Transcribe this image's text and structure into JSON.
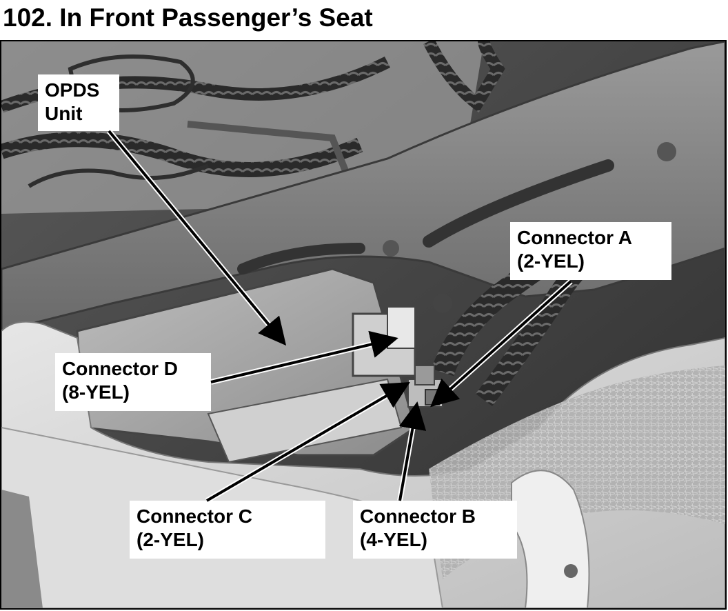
{
  "figure": {
    "title": "102. In Front Passenger’s Seat"
  },
  "callouts": {
    "opds_unit": {
      "line1": "OPDS",
      "line2": "Unit"
    },
    "connector_a": {
      "line1": "Connector A",
      "line2": "(2-YEL)"
    },
    "connector_b": {
      "line1": "Connector B",
      "line2": "(4-YEL)"
    },
    "connector_c": {
      "line1": "Connector C",
      "line2": "(2-YEL)"
    },
    "connector_d": {
      "line1": "Connector D",
      "line2": "(8-YEL)"
    }
  },
  "colors": {
    "photo_dark": "#3a3a3a",
    "photo_mid": "#8a8a8a",
    "photo_light": "#d8d8d8",
    "callout_bg": "#ffffff",
    "arrow": "#000000"
  },
  "icons": {
    "arrow": "arrow-icon"
  }
}
